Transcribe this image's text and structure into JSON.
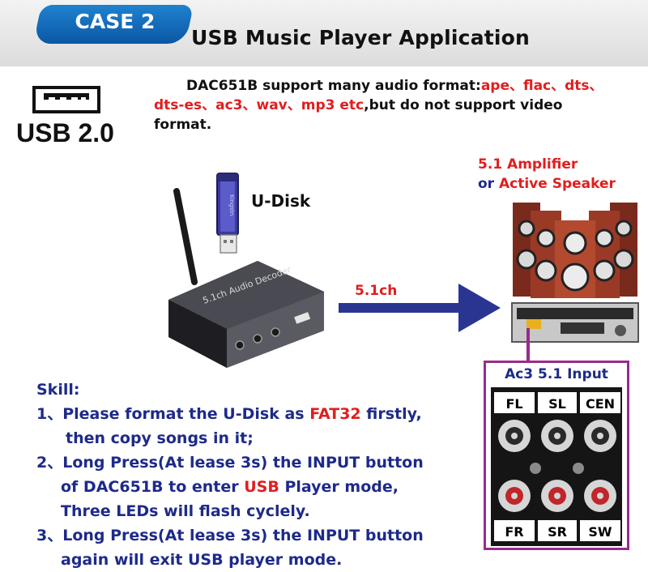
{
  "header": {
    "case_label": "CASE  2",
    "title": "USB Music Player Application"
  },
  "usb": {
    "label": "USB 2.0"
  },
  "intro": {
    "line1": "DAC651B support many audio format:",
    "formats_line1": "ape、flac、dts、",
    "formats_line2": "dts-es、ac3、wav、mp3 etc",
    "line2_rest": ",but do not support video",
    "line3": "format."
  },
  "device": {
    "udisk_label": "U-Disk",
    "drive_text": "Kingstn",
    "decoder_text": "5.1ch Audio Decoder"
  },
  "amplifier": {
    "line1": "5.1 Amplifier",
    "line2_prefix": "or ",
    "line2_accent": "Active Speaker"
  },
  "connection": {
    "channel_label": "5.1ch"
  },
  "input_panel": {
    "title": "Ac3 5.1 Input",
    "top_labels": [
      "FL",
      "SL",
      "CEN"
    ],
    "bottom_labels": [
      "FR",
      "SR",
      "SW"
    ]
  },
  "skill": {
    "heading": "Skill:",
    "step1_a": "1、Please format the U-Disk as ",
    "step1_accent": "FAT32",
    "step1_b": " firstly,",
    "step1_cont": "then copy songs in it;",
    "step2_a": "2、Long Press(At lease 3s) the INPUT button",
    "step2_b": "of DAC651B to enter ",
    "step2_accent": "USB",
    "step2_c": "  Player mode,",
    "step2_cont": "Three LEDs will flash cyclely.",
    "step3_a": "3、Long Press(At lease 3s) the INPUT button",
    "step3_cont": "again will exit USB player mode."
  },
  "colors": {
    "accent_red": "#e01e1e",
    "navy": "#1d2a8a",
    "tab_blue": "#0b57a4",
    "frame_purple": "#9a2a8c"
  }
}
